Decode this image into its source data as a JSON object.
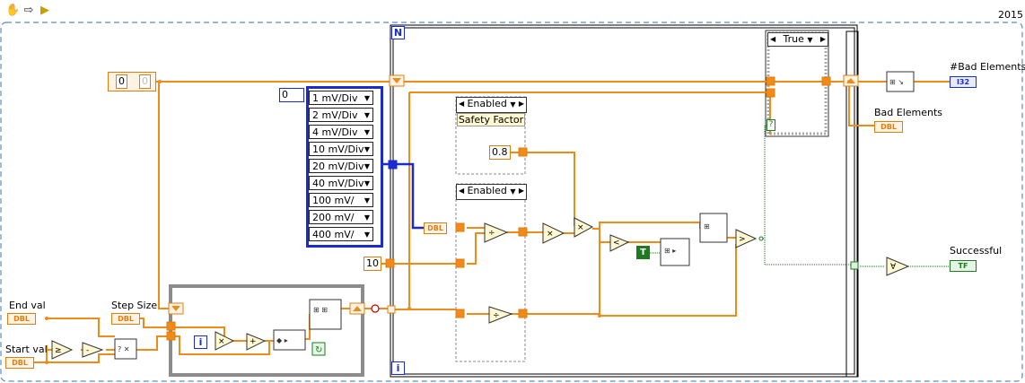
{
  "window": {
    "version_label": "2015"
  },
  "toolbar": {
    "items": [
      "hand-icon",
      "arrow-right-icon",
      "run-highlight-icon"
    ]
  },
  "constants": {
    "init_array_index": "0",
    "init_array_value": "0",
    "div_index": "0",
    "safety_factor_value": "0.8",
    "divisor_value": "10",
    "bool_true": "T"
  },
  "ring_array": {
    "items": [
      "1 mV/Div",
      "2 mV/Div",
      "4 mV/Div",
      "10 mV/Div",
      "20 mV/Div",
      "40 mV/Div",
      "100 mV/",
      "200 mV/",
      "400 mV/"
    ]
  },
  "controls": {
    "end_val_label": "End val",
    "start_val_label": "Start val",
    "step_size_label": "Step Size",
    "dbl_type": "DBL",
    "i32_type": "I32",
    "tf_type": "TF"
  },
  "indicators": {
    "bad_elements_count_label": "#Bad Elements",
    "bad_elements_label": "Bad Elements",
    "successful_label": "Successful"
  },
  "structures": {
    "for_loop_count": "N",
    "for_loop_index": "i",
    "while_loop_index": "i",
    "disable_top_label": "Enabled",
    "safety_factor_label": "Safety  Factor",
    "disable_bottom_label": "Enabled",
    "case_selector": "True",
    "case_question": "?"
  },
  "colors": {
    "orange_wire": "#f08a18",
    "blue_wire": "#1a2bd0",
    "green_wire": "#1e7a1e",
    "while_frame": "#8c8c8c",
    "background": "#ffffff"
  }
}
